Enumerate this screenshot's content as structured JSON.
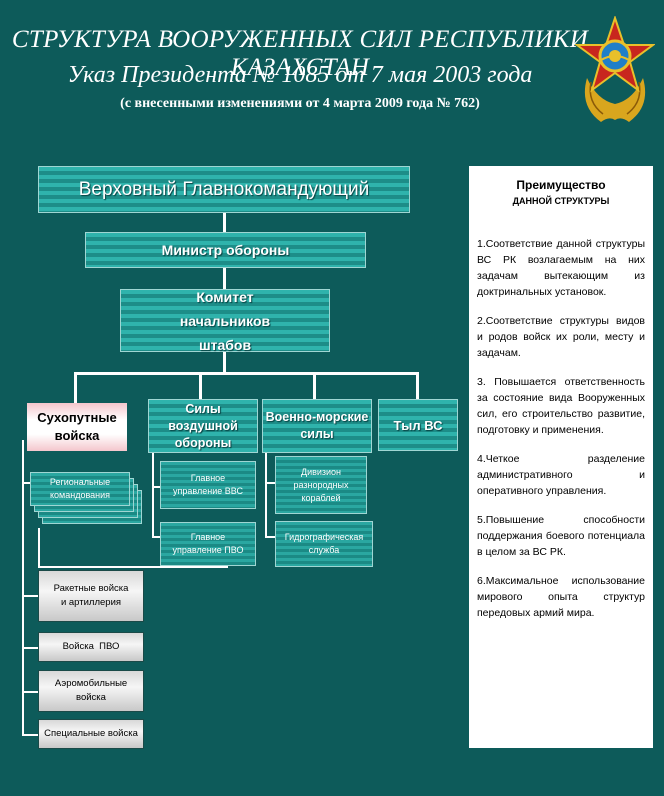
{
  "header": {
    "title": "СТРУКТУРА ВООРУЖЕННЫХ СИЛ  РЕСПУБЛИКИ КАЗАХСТАН",
    "decree": "Указ Президента № 1085 от 7 мая 2003 года",
    "amendment": "(с внесенными изменениями от 4 марта 2009 года № 762)"
  },
  "chart": {
    "supreme": "Верховный Главнокомандующий",
    "minister": "Министр обороны",
    "committee": "Комитет начальников штабов",
    "branches": {
      "ground": "Сухопутные войска",
      "air": "Силы воздушной обороны",
      "navy": "Военно-морские силы",
      "rear": "Тыл ВС"
    },
    "ground_sub": {
      "regional": "Региональные командования",
      "artillery": "Ракетные войска и артиллерия",
      "air_defense": "Войска  ПВО",
      "airmobile": "Аэромобильные войска",
      "special": "Специальные войска"
    },
    "air_sub": {
      "vvs": "Главное управление ВВС",
      "pvo": "Главное управление ПВО"
    },
    "navy_sub": {
      "division": "Дивизион разнородных кораблей",
      "hydro": "Гидрографическая служба"
    }
  },
  "panel": {
    "heading": "Преимущество",
    "subheading": "ДАННОЙ СТРУКТУРЫ",
    "items": [
      "1.Соответствие данной структуры ВС РК возлагаемым на них задачам вытекающим из доктринальных установок.",
      "2.Соответствие структуры видов и родов войск их роли, месту и задачам.",
      "3. Повышается ответственность за состояние вида Вооруженных сил, его строительство развитие, подготовку и применения.",
      "4.Четкое разделение административного и оперативного управления.",
      "5.Повышение способности поддержания боевого потенциала в целом за ВС РК.",
      "6.Максимальное использование мирового опыта структур передовых армий мира."
    ]
  },
  "colors": {
    "background": "#0d5b5a",
    "box_light": "#2fb3ac",
    "box_dark": "#1d8d88",
    "emblem_red": "#c8261e",
    "emblem_gold": "#e8c02a"
  }
}
